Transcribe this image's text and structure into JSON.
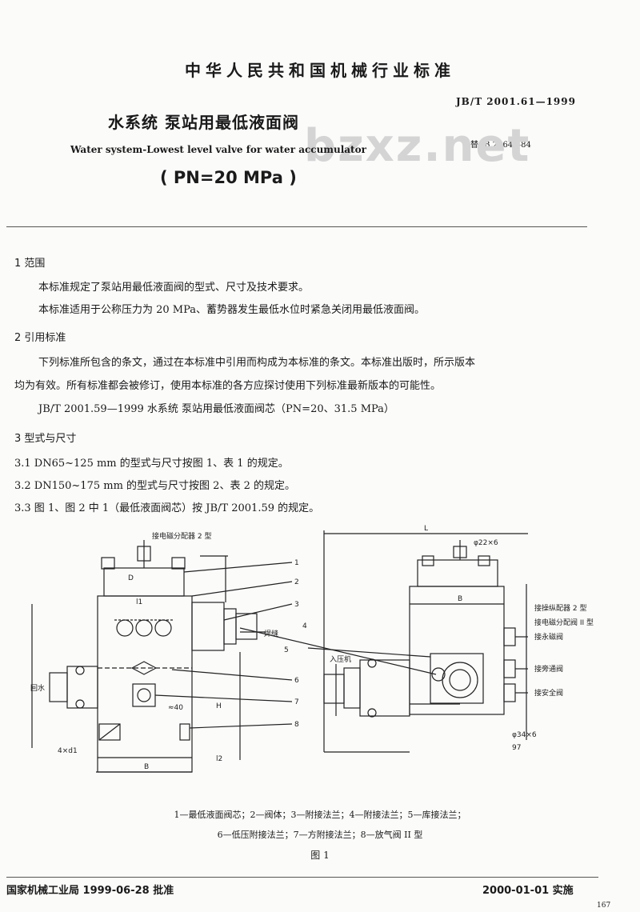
{
  "header": {
    "org_standard": "中华人民共和国机械行业标准",
    "std_number": "JB/T 2001.61—1999",
    "replaces": "代替 JB 2064—84"
  },
  "title": {
    "cn": "水系统  泵站用最低液面阀",
    "en": "Water system-Lowest level valve for water accumulator",
    "pn": "( PN=20 MPa )"
  },
  "watermark": "bzxz.net",
  "sections": {
    "s1": {
      "heading": "1  范围",
      "p1": "本标准规定了泵站用最低液面阀的型式、尺寸及技术要求。",
      "p2": "本标准适用于公称压力为 20 MPa、蓄势器发生最低水位时紧急关闭用最低液面阀。"
    },
    "s2": {
      "heading": "2  引用标准",
      "p1a": "下列标准所包含的条文，通过在本标准中引用而构成为本标准的条文。本标准出版时，所示版本",
      "p1b": "均为有效。所有标准都会被修订，使用本标准的各方应探讨使用下列标准最新版本的可能性。",
      "ref": "JB/T 2001.59—1999  水系统  泵站用最低液面阀芯（PN=20、31.5 MPa）"
    },
    "s3": {
      "heading": "3  型式与尺寸",
      "c1": "3.1   DN65~125 mm 的型式与尺寸按图 1、表 1 的规定。",
      "c2": "3.2   DN150~175 mm 的型式与尺寸按图 2、表 2 的规定。",
      "c3": "3.3   图 1、图 2 中 1（最低液面阀芯）按 JB/T 2001.59 的规定。"
    }
  },
  "figure": {
    "labels": {
      "top_note": "接电磁分配器 2 型",
      "d22": "φ22×6",
      "dim_L": "L",
      "dim_B": "B",
      "dim_H": "H",
      "dim_l1": "l1",
      "dim_l2": "l2",
      "dim_D": "D",
      "weld": "焊缝",
      "return": "回水",
      "inlet": "入压机",
      "n40": "≈40",
      "n4d": "4×d1",
      "r1": "接操纵配器 2 型",
      "r2": "接电磁分配阀 II 型",
      "r3": "接永磁阀",
      "r4": "接旁通阀",
      "r5": "接安全阀",
      "n97": "97",
      "n34": "φ34×6",
      "n1": "1",
      "n2": "2",
      "n3": "3",
      "n4": "4",
      "n5": "5",
      "n6": "6",
      "n7": "7",
      "n8": "8"
    },
    "caption_line1": "1—最低液面阀芯；2—阀体；3—附接法兰；4—附接法兰；5—库接法兰；",
    "caption_line2": "6—低压附接法兰；7—方附接法兰；8—放气阀 II 型",
    "fig_title": "图 1"
  },
  "footer": {
    "approve": "国家机械工业局 1999-06-28 批准",
    "implement": "2000-01-01 实施",
    "page": "167"
  }
}
